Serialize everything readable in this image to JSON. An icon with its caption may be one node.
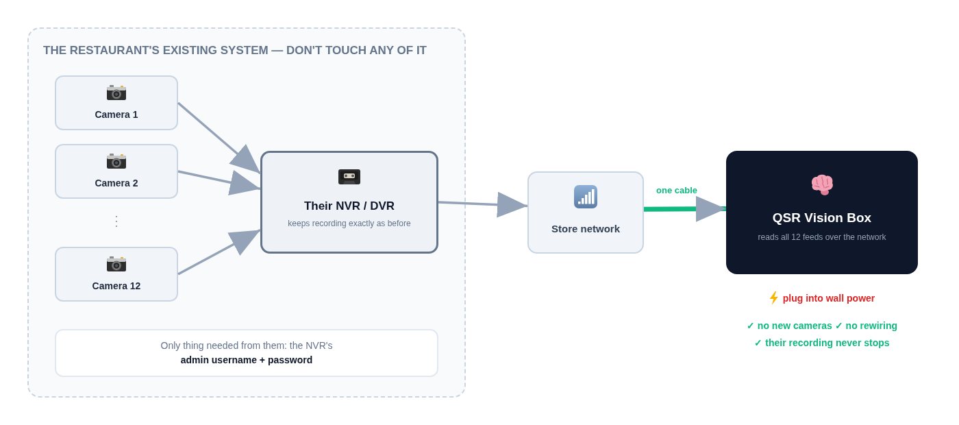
{
  "diagram": {
    "nodes": [
      {
        "text": [
          "THE RESTAURANT'S EXISTING SYSTEM — DON'T TOUCH ANY OF IT"
        ]
      },
      {
        "text": [
          "Camera 1"
        ],
        "in": 0
      },
      {
        "text": [
          "Camera 2"
        ],
        "in": 0
      },
      {
        "text": [
          "Camera 12"
        ],
        "in": 0
      },
      {
        "text": [
          "Their NVR / DVR",
          "keeps recording exactly as before"
        ],
        "in": 0
      },
      {
        "text": [
          "Only thing needed from them: the NVR's **admin username + password**"
        ],
        "in": 0
      },
      {
        "text": [
          "Store network"
        ]
      },
      {
        "text": [
          "QSR Vision Box",
          "reads all 12 feeds over the network"
        ]
      }
    ],
    "edges": [
      {
        "from": 1,
        "to": 4,
        "arrow": "to"
      },
      {
        "from": 2,
        "to": 4,
        "arrow": "to"
      },
      {
        "from": 3,
        "to": 4,
        "arrow": "to"
      },
      {
        "from": 4,
        "to": 6,
        "arrow": "to"
      },
      {
        "from": 6,
        "to": 7,
        "arrow": "to",
        "label": "one cable",
        "style": "thick",
        "color": "#10b981"
      }
    ],
    "labels": [
      "⋮",
      "plug into wall power",
      "✓ no new cameras ✓ no rewiring",
      "✓ their recording never stops"
    ]
  }
}
